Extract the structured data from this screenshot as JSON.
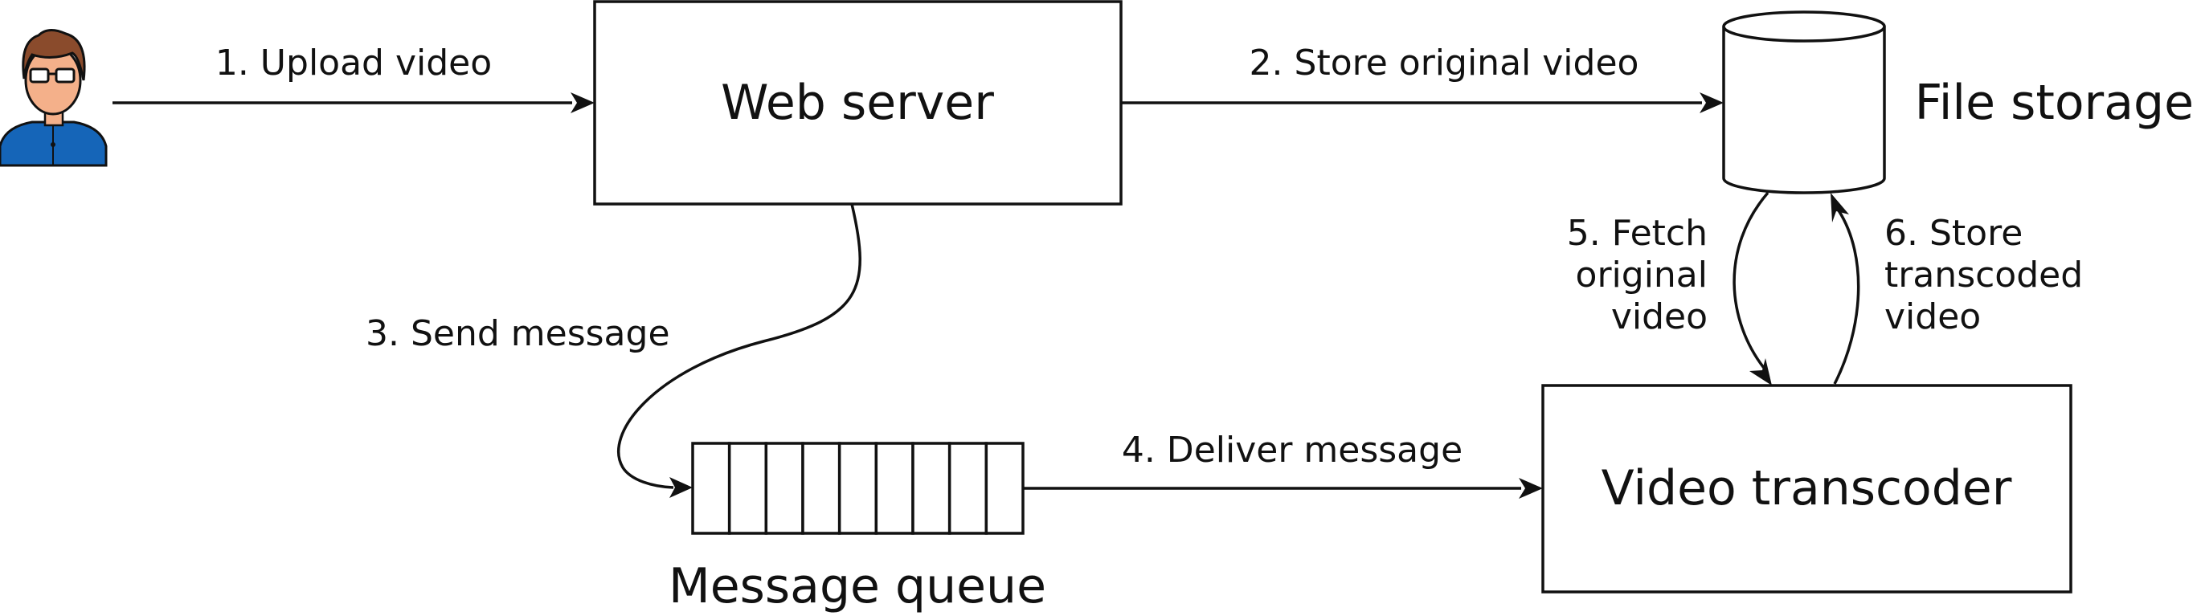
{
  "nodes": {
    "user": {
      "icon": "user-avatar-icon",
      "skin": "#f4b08a",
      "hair": "#8a4b2c",
      "shirt": "#1565b8"
    },
    "web_server": {
      "label": "Web server"
    },
    "file_storage": {
      "label": "File storage"
    },
    "message_queue": {
      "label": "Message queue",
      "cells": 9
    },
    "video_transcoder": {
      "label": "Video transcoder"
    }
  },
  "edges": {
    "upload": {
      "label": "1. Upload video"
    },
    "store_original": {
      "label": "2. Store original video"
    },
    "send_message": {
      "label": "3. Send message"
    },
    "deliver_message": {
      "label": "4. Deliver message"
    },
    "fetch_original": {
      "lines": [
        "5. Fetch",
        "original",
        "video"
      ]
    },
    "store_transcoded": {
      "lines": [
        "6. Store",
        "transcoded",
        "video"
      ]
    }
  }
}
